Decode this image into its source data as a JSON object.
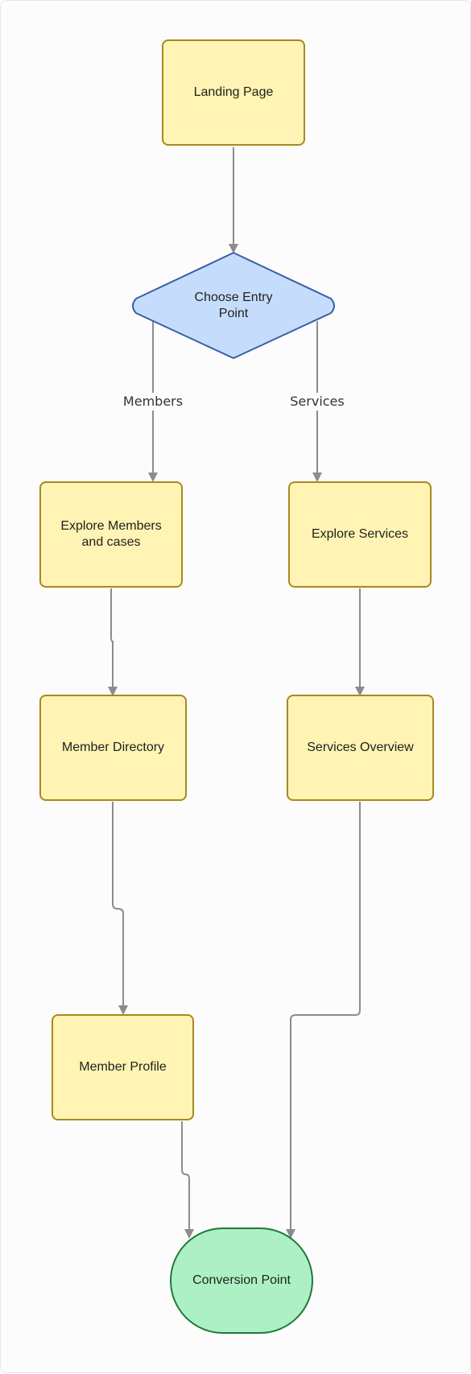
{
  "nodes": {
    "landing": "Landing Page",
    "choose": "Choose Entry Point",
    "explore_members": "Explore Members and cases",
    "explore_services": "Explore Services",
    "member_directory": "Member Directory",
    "services_overview": "Services Overview",
    "member_profile": "Member Profile",
    "conversion": "Conversion Point"
  },
  "edges": {
    "members": "Members",
    "services": "Services"
  },
  "colors": {
    "process_fill": "#fff4b3",
    "process_stroke": "#a8891f",
    "decision_fill": "#c6dcfc",
    "decision_stroke": "#3a5da8",
    "terminal_fill": "#aef0c6",
    "terminal_stroke": "#1f7a3a",
    "edge": "#8c8c8c"
  }
}
